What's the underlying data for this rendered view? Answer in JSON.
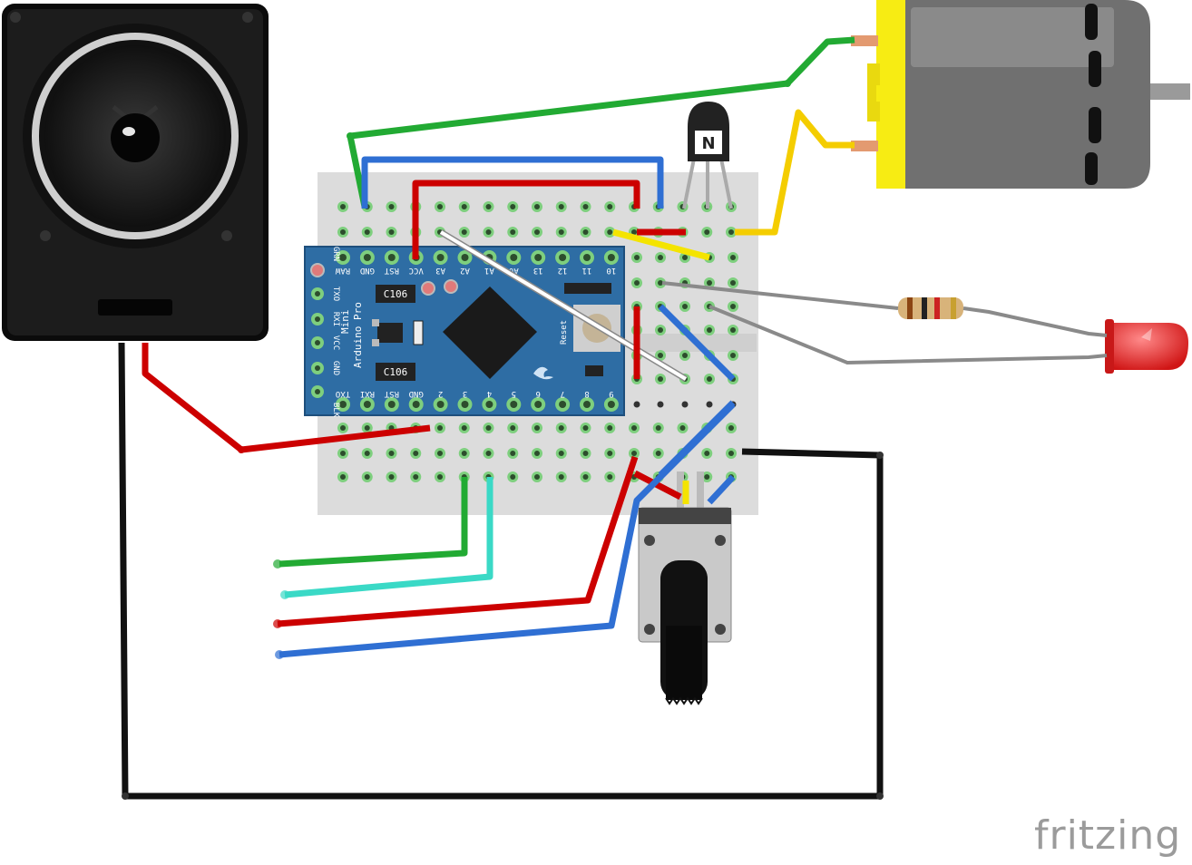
{
  "watermark": "fritzing",
  "board": {
    "brand": "Arduino Pro",
    "model": "Mini",
    "reset_label": "Reset",
    "cap_top": "C106",
    "cap_bottom": "C106",
    "left_pins": [
      "GRN",
      "TXO",
      "RXI",
      "VCC",
      "GND",
      "BLK"
    ],
    "top_pins": [
      "RAW",
      "GND",
      "RST",
      "VCC",
      "A3",
      "A2",
      "A1",
      "A0",
      "13",
      "12",
      "11",
      "10"
    ],
    "bottom_pins": [
      "TXO",
      "RXI",
      "RST",
      "GND",
      "2",
      "3",
      "4",
      "5",
      "6",
      "7",
      "8",
      "9"
    ]
  },
  "transistor": {
    "mark": "N"
  },
  "colors": {
    "wire_red": "#cc0000",
    "wire_blue": "#2f6fd3",
    "wire_green": "#22aa33",
    "wire_cyan": "#3ad9c6",
    "wire_yellow": "#f4cd00",
    "wire_black": "#111111",
    "wire_gray": "#8a8a8a",
    "board_blue": "#2e6da4",
    "motor_yellow": "#f7ec13",
    "led_red": "#e02020"
  }
}
